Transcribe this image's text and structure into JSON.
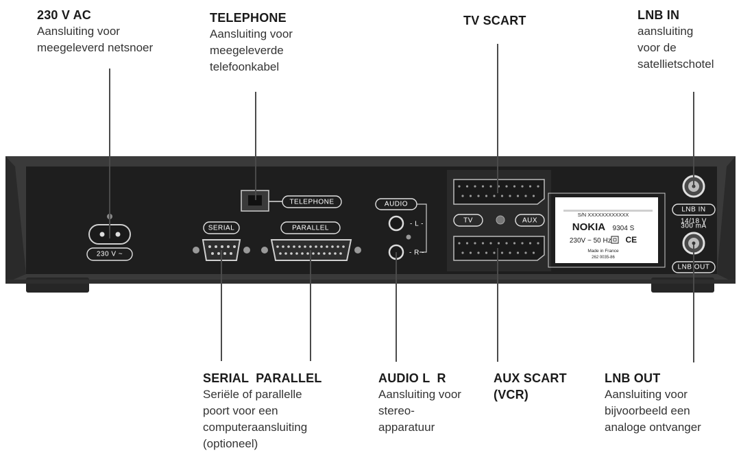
{
  "callouts": {
    "ac": {
      "title": "230 V AC",
      "desc": "Aansluiting voor\nmeegeleverd netsnoer"
    },
    "telephone": {
      "title": "TELEPHONE",
      "desc": "Aansluiting voor\nmeegeleverde\ntelefoonkabel"
    },
    "tv_scart": {
      "title": "TV SCART",
      "desc": ""
    },
    "lnb_in": {
      "title": "LNB IN",
      "desc": "aansluiting\nvoor de\nsatellietschotel"
    },
    "serial_parallel": {
      "title": "SERIAL  PARALLEL",
      "desc": "Seriële of parallelle\npoort voor een\ncomputeraansluiting\n(optioneel)"
    },
    "audio": {
      "title": "AUDIO L  R",
      "desc": "Aansluiting voor\nstereo-\napparatuur"
    },
    "aux_scart": {
      "title": "AUX SCART\n(VCR)",
      "desc": ""
    },
    "lnb_out": {
      "title": "LNB OUT",
      "desc": "Aansluiting voor\nbijvoorbeeld een\nanaloge ontvanger"
    }
  },
  "panel_labels": {
    "ac": "230 V ~",
    "telephone": "TELEPHONE",
    "serial": "SERIAL",
    "parallel": "PARALLEL",
    "audio": "AUDIO",
    "audio_l": "- L -",
    "audio_r": "- R -",
    "tv": "TV",
    "aux": "AUX",
    "lnb_in": "LNB IN",
    "lnb_rating_1": "14/18 V",
    "lnb_rating_2": "300 mA",
    "lnb_out": "LNB OUT"
  },
  "sticker": {
    "serial_number": "S/N XXXXXXXXXXXX",
    "brand": "NOKIA",
    "model": "9304 S",
    "power": "230V ~ 50 Hz",
    "ce": "CE",
    "origin": "Made in France",
    "code": "262 0035-86"
  },
  "colors": {
    "chassis": "#2b2b2b",
    "chassis_edge": "#4a4a4a",
    "panel": "#1c1c1c",
    "sticker": "#ffffff"
  }
}
